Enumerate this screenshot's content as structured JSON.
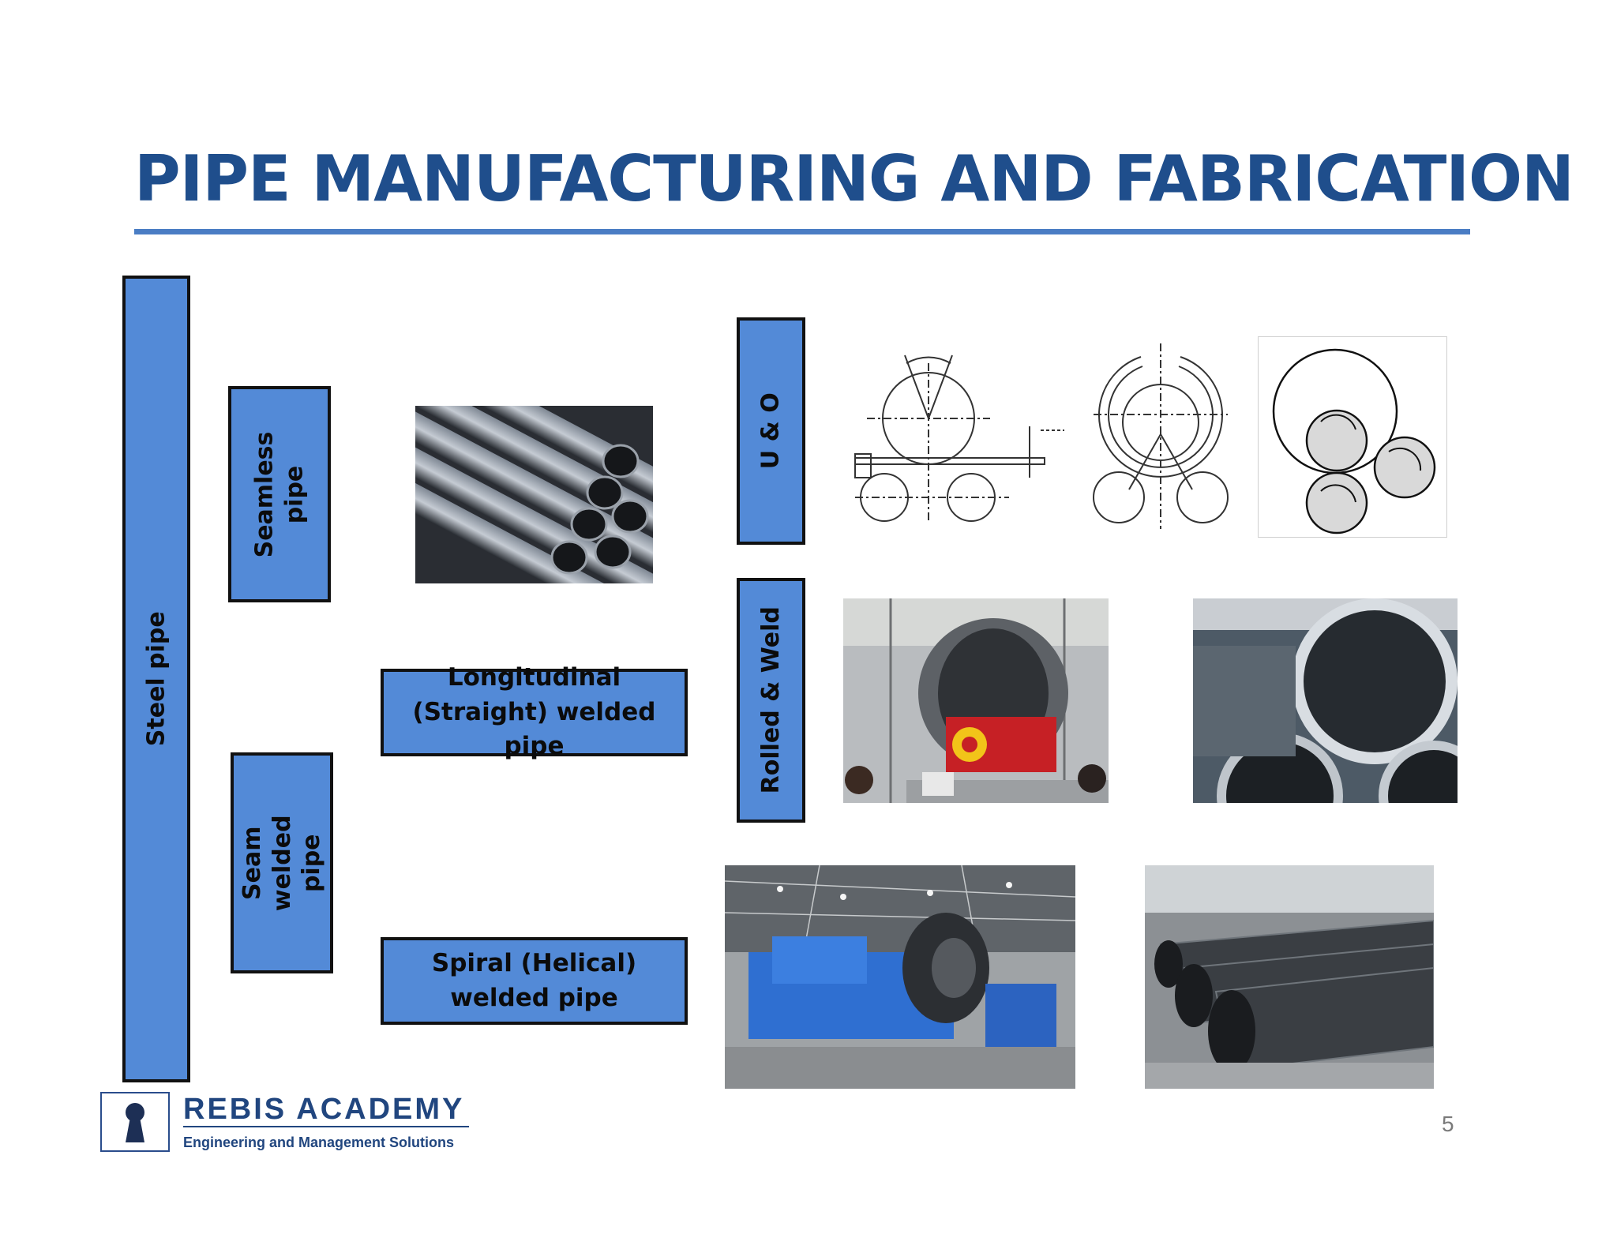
{
  "slide": {
    "title": "PIPE MANUFACTURING AND FABRICATION",
    "page_number": "5"
  },
  "boxes": {
    "steel_pipe": "Steel pipe",
    "seamless": "Seamless pipe",
    "seam_welded": "Seam welded pipe",
    "longitudinal": "Longitudinal (Straight) welded pipe",
    "spiral": "Spiral (Helical) welded pipe",
    "u_and_o": "U & O",
    "rolled_weld": "Rolled & Weld"
  },
  "footer": {
    "brand": "REBIS ACADEMY",
    "tagline": "Engineering and Management Solutions"
  },
  "colors": {
    "title": "#1f4e8c",
    "box_fill": "#538ad7",
    "rule": "#4a7dc4"
  }
}
